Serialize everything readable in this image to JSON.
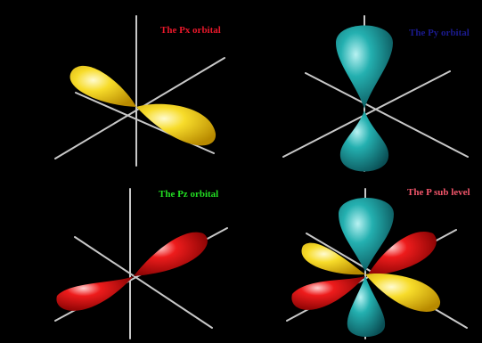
{
  "panels": {
    "px": {
      "label": "The Px orbital",
      "color": "#e8182a"
    },
    "py": {
      "label": "The Py orbital",
      "color": "#1a1a8c"
    },
    "pz": {
      "label": "The Pz orbital",
      "color": "#22dd22"
    },
    "p": {
      "label": "The P sub level",
      "color": "#f2556a"
    }
  },
  "colors": {
    "background": "#000000",
    "axis": "#c8c8c8",
    "px_lobe": "#f5d321",
    "py_lobe": "#1fa3a3",
    "pz_lobe": "#e01818"
  }
}
